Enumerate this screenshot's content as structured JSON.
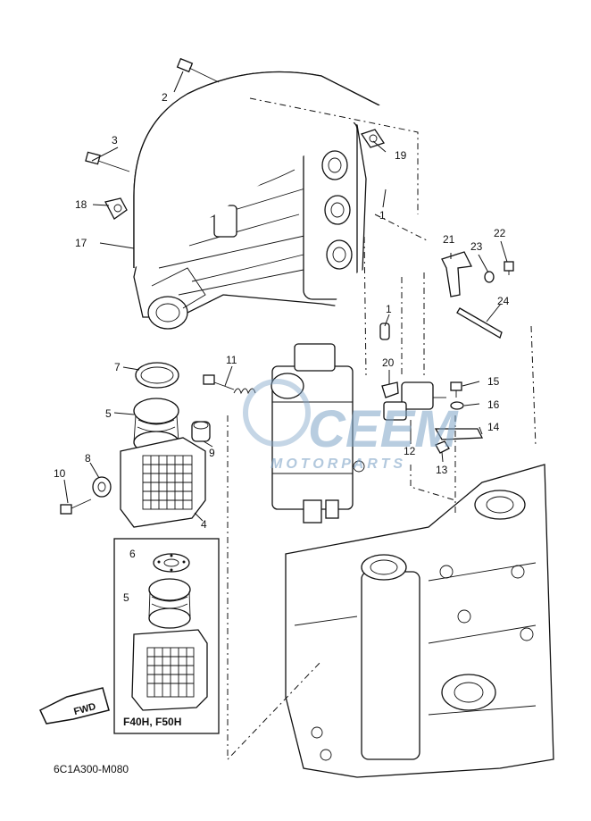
{
  "callouts": [
    {
      "id": "1a",
      "text": "1"
    },
    {
      "id": "1b",
      "text": "1"
    },
    {
      "id": "2",
      "text": "2"
    },
    {
      "id": "3",
      "text": "3"
    },
    {
      "id": "4",
      "text": "4"
    },
    {
      "id": "5a",
      "text": "5"
    },
    {
      "id": "5b",
      "text": "5"
    },
    {
      "id": "6",
      "text": "6"
    },
    {
      "id": "7",
      "text": "7"
    },
    {
      "id": "8",
      "text": "8"
    },
    {
      "id": "9",
      "text": "9"
    },
    {
      "id": "10",
      "text": "10"
    },
    {
      "id": "11",
      "text": "11"
    },
    {
      "id": "12",
      "text": "12"
    },
    {
      "id": "13",
      "text": "13"
    },
    {
      "id": "14",
      "text": "14"
    },
    {
      "id": "15",
      "text": "15"
    },
    {
      "id": "16",
      "text": "16"
    },
    {
      "id": "17",
      "text": "17"
    },
    {
      "id": "18",
      "text": "18"
    },
    {
      "id": "19",
      "text": "19"
    },
    {
      "id": "20",
      "text": "20"
    },
    {
      "id": "21",
      "text": "21"
    },
    {
      "id": "22",
      "text": "22"
    },
    {
      "id": "23",
      "text": "23"
    },
    {
      "id": "24",
      "text": "24"
    }
  ],
  "inset": {
    "models": "F40H, F50H"
  },
  "fwd_label": "FWD",
  "diagram_code": "6C1A300-M080",
  "watermark": {
    "brand": "CEEM",
    "sub": "MOTORPARTS",
    "color": "#7fa5c8"
  }
}
